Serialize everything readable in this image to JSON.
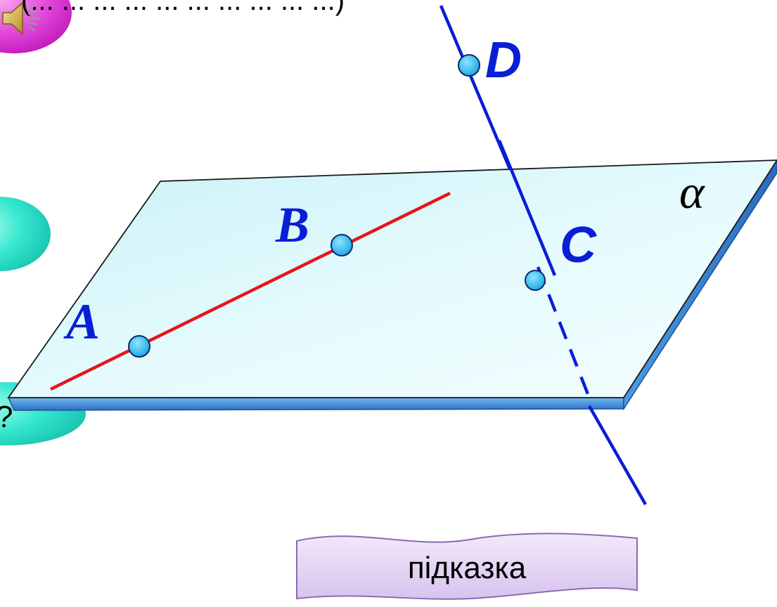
{
  "top_caption": "(... ... ... ... ... ... ... ... ... ...)",
  "plane": {
    "label": "α",
    "fill_color": "#dff8fb",
    "edge_color": "#2f7fd6"
  },
  "points": {
    "A": "A",
    "B": "B",
    "C": "C",
    "D": "D"
  },
  "colors": {
    "line_ab": "#e8141c",
    "line_dc": "#0a1ed6",
    "point_fill": "#1fb8ef",
    "blob_pink": "#e044d8",
    "blob_teal": "#36e8cf"
  },
  "hint_button": {
    "label": "підказка"
  },
  "speaker_icon": "speaker-icon"
}
